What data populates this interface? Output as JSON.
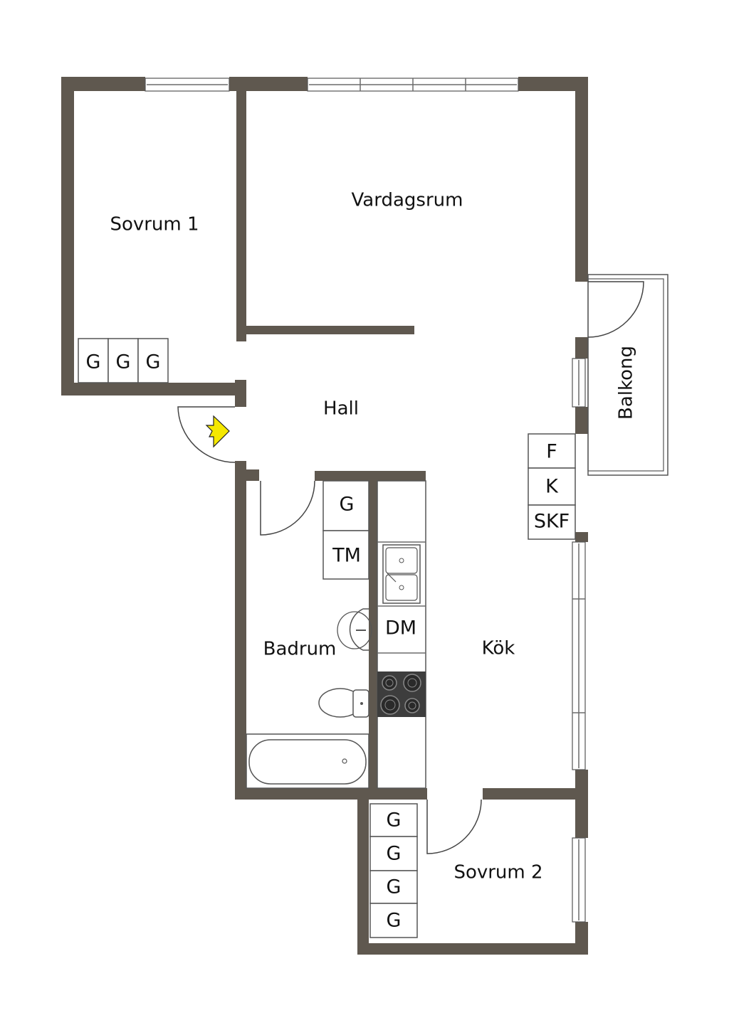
{
  "rooms": {
    "sovrum1": "Sovrum 1",
    "vardagsrum": "Vardagsrum",
    "hall": "Hall",
    "badrum": "Badrum",
    "kok": "Kök",
    "balkong": "Balkong",
    "sovrum2": "Sovrum 2"
  },
  "fixtures": {
    "wardrobe": "G",
    "washer": "TM",
    "dishwasher": "DM",
    "freezer": "F",
    "fridge": "K",
    "broom_cupboard": "SKF"
  },
  "icons": {
    "entrance": "entrance-arrow-icon",
    "sink": "sink-icon",
    "basin": "wash-basin-icon",
    "toilet": "toilet-icon",
    "bathtub": "bathtub-icon",
    "stove": "stove-icon"
  },
  "colors": {
    "wall": "#5f584f",
    "entrance_arrow": "#f5e800",
    "stove": "#3d3d3d"
  }
}
